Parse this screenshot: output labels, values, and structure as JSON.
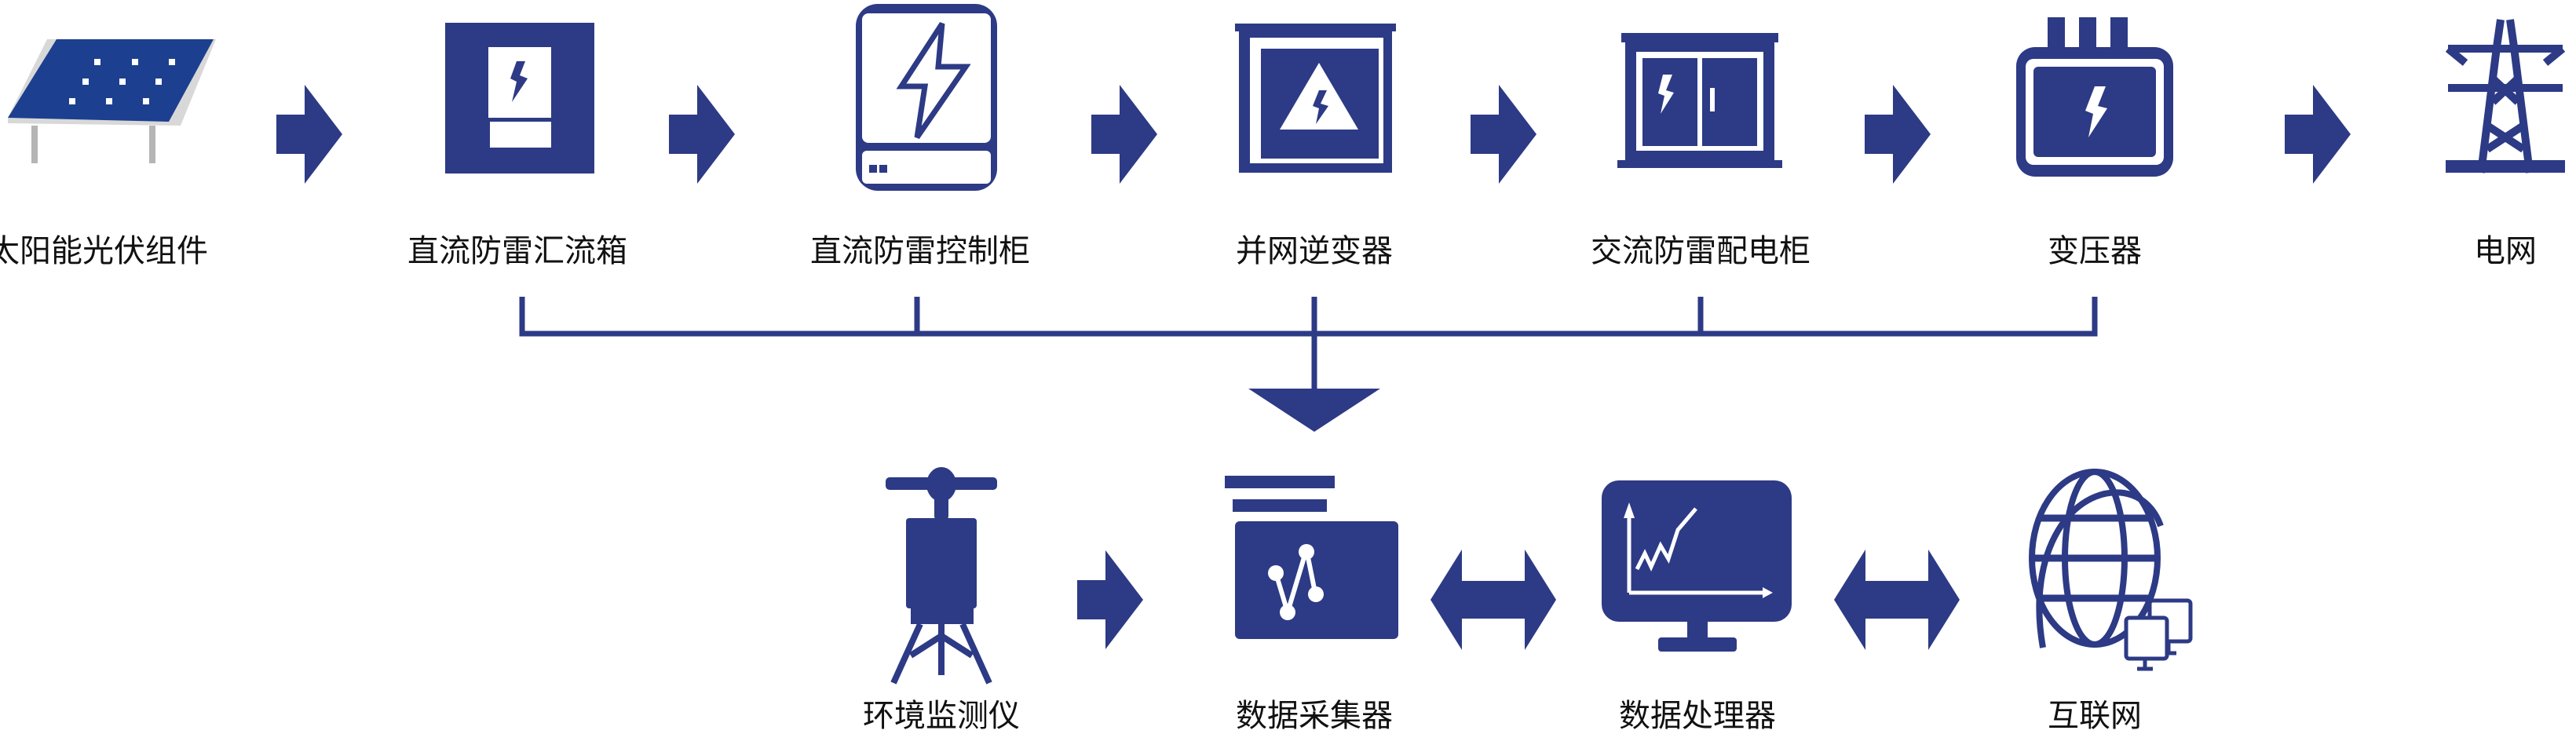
{
  "colors": {
    "primary": "#2d3a85",
    "panel": "#1c3f8f",
    "frame": "#c8c8c8"
  },
  "top_row": [
    {
      "label": "太阳能光伏组件",
      "icon": "solar-panel-icon"
    },
    {
      "label": "直流防雷汇流箱",
      "icon": "combiner-box-icon"
    },
    {
      "label": "直流防雷控制柜",
      "icon": "control-cabinet-icon"
    },
    {
      "label": "并网逆变器",
      "icon": "inverter-icon"
    },
    {
      "label": "交流防雷配电柜",
      "icon": "distribution-cabinet-icon"
    },
    {
      "label": "变压器",
      "icon": "transformer-icon"
    },
    {
      "label": "电网",
      "icon": "power-tower-icon"
    }
  ],
  "bottom_row": [
    {
      "label": "环境监测仪",
      "icon": "weather-station-icon"
    },
    {
      "label": "数据采集器",
      "icon": "data-collector-icon"
    },
    {
      "label": "数据处理器",
      "icon": "monitor-chart-icon"
    },
    {
      "label": "互联网",
      "icon": "globe-network-icon"
    }
  ]
}
